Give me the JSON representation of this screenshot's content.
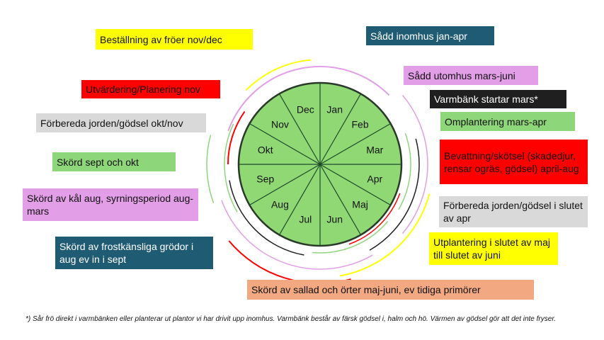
{
  "months": [
    "Jan",
    "Feb",
    "Mar",
    "Apr",
    "Maj",
    "Jun",
    "Jul",
    "Aug",
    "Sep",
    "Okt",
    "Nov",
    "Dec"
  ],
  "colors": {
    "wheel_fill": "#8fd873",
    "wheel_stroke": "#2a3a2a",
    "yellow": "#ffff00",
    "teal": "#1f5c73",
    "pink": "#e29ee6",
    "red": "#ff0000",
    "black": "#1f1f1f",
    "green": "#8ed67a",
    "grey": "#d9d9d9",
    "orange": "#f2a981"
  },
  "labels": {
    "bestallning": "Beställning av fröer nov/dec",
    "sadd_inomhus": "Sådd inomhus jan-apr",
    "sadd_utomhus": "Sådd utomhus mars-juni",
    "utvardering": "Utvärdering/Planering nov",
    "varmbank": "Varmbänk startar mars*",
    "forbereda_okt": "Förbereda jorden/gödsel okt/nov",
    "omplantering": "Omplantering mars-apr",
    "bevattning": "Bevattning/skötsel (skadedjur, rensar ogräs, gödsel) april-aug",
    "skord_sept": "Skörd sept och okt",
    "forbereda_apr": "Förbereda jorden/gödsel i slutet av apr",
    "skord_kal": "Skörd av kål aug, syrningsperiod aug-mars",
    "utplantering": "Utplantering i slutet av maj till slutet av juni",
    "skord_frost": "Skörd av frostkänsliga grödor i aug ev in i sept",
    "skord_sallad": "Skörd av sallad och örter maj-juni, ev tidiga primörer"
  },
  "footnote": "*) Sår frö direkt i varmbänken eller planterar ut plantor vi har drivit upp inomhus. Varmbänk består av färsk gödsel i, halm och hö. Värmen av gödsel gör att det inte fryser."
}
